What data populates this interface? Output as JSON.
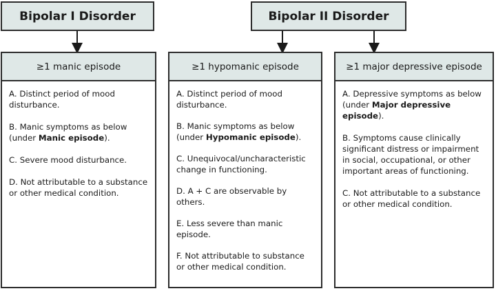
{
  "titles": {
    "bipolar1": "Bipolar I Disorder",
    "bipolar2": "Bipolar II Disorder"
  },
  "columns": [
    {
      "header": "≥1 manic episode",
      "items": [
        [
          "A. Distinct period of mood disturbance."
        ],
        [
          "B. Manic symptoms as below (under ",
          "Manic episode",
          ")."
        ],
        [
          "C. Severe mood disturbance."
        ],
        [
          "D. Not attributable to a substance or other medical condition."
        ]
      ]
    },
    {
      "header": "≥1 hypomanic episode",
      "items": [
        [
          "A. Distinct period of mood disturbance."
        ],
        [
          "B. Manic symptoms as below (under ",
          "Hypomanic episode",
          ")."
        ],
        [
          "C. Unequivocal/uncharacteristic change in functioning."
        ],
        [
          "D. A + C are observable by others."
        ],
        [
          "E. Less severe than manic episode."
        ],
        [
          "F. Not attributable to substance or other medical condition."
        ]
      ]
    },
    {
      "header": "≥1 major depressive episode",
      "items": [
        [
          "A. Depressive symptoms as below (under ",
          "Major depressive episode",
          ")."
        ],
        [
          "B. Symptoms cause clinically significant distress or impairment in social, occupational, or other important areas of functioning."
        ],
        [
          "C. Not attributable to a substance or other medical condition."
        ]
      ]
    }
  ]
}
